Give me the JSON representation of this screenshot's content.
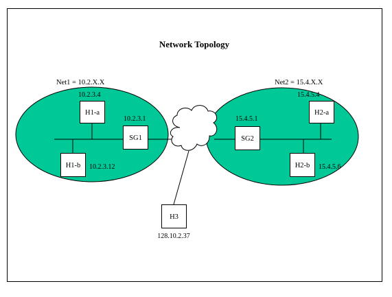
{
  "title": "Network Topology",
  "colors": {
    "network_fill": "#00c896",
    "stroke": "#000000",
    "node_fill": "#ffffff",
    "background": "#ffffff"
  },
  "networks": [
    {
      "id": "net1",
      "label": "Net1 = 10.2.X.X"
    },
    {
      "id": "net2",
      "label": "Net2 = 15.4.X.X"
    }
  ],
  "nodes": [
    {
      "id": "h1a",
      "label": "H1-a",
      "ip": "10.2.3.4"
    },
    {
      "id": "h1b",
      "label": "H1-b",
      "ip": "10.2.3.12"
    },
    {
      "id": "sg1",
      "label": "SG1",
      "ip": "10.2.3.1"
    },
    {
      "id": "sg2",
      "label": "SG2",
      "ip": "15.4.5.1"
    },
    {
      "id": "h2a",
      "label": "H2-a",
      "ip": "15.4.5.4"
    },
    {
      "id": "h2b",
      "label": "H2-b",
      "ip": "15.4.5.6"
    },
    {
      "id": "h3",
      "label": "H3",
      "ip": "128.10.2.37"
    }
  ],
  "cloud": {
    "icon": "internet-cloud-icon"
  }
}
